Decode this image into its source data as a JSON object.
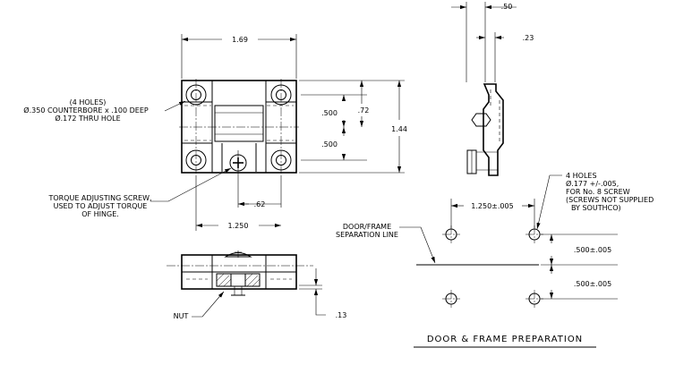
{
  "front_view": {
    "width": "1.69",
    "height": "1.44",
    "half_pitch_upper": ".500",
    "half_pitch_lower": ".500",
    "pitch": ".72",
    "offset": ".62",
    "hole_spacing": "1.250",
    "holes_note": {
      "line1": "(4 HOLES)",
      "line2": "Ø.350 COUNTERBORE x .100 DEEP",
      "line3": "Ø.172 THRU HOLE"
    },
    "screw_note": {
      "line1": "TORQUE ADJUSTING SCREW,",
      "line2": "USED TO ADJUST TORQUE",
      "line3": "OF HINGE."
    }
  },
  "side_view": {
    "width": ".50",
    "offset": ".23"
  },
  "bottom_view": {
    "depth": ".13",
    "nut_label": "NUT"
  },
  "door_frame_prep": {
    "title": "DOOR & FRAME PREPARATION",
    "hole_spacing": "1.250±.005",
    "vertical_upper": ".500±.005",
    "vertical_lower": ".500±.005",
    "separation_label": {
      "line1": "DOOR/FRAME",
      "line2": "SEPARATION LINE"
    },
    "holes_note": {
      "line1": "4 HOLES",
      "line2": "Ø.177 +/-.005,",
      "line3": "FOR No. 8 SCREW",
      "line4": "(SCREWS NOT SUPPLIED",
      "line5": "BY SOUTHCO)"
    }
  }
}
